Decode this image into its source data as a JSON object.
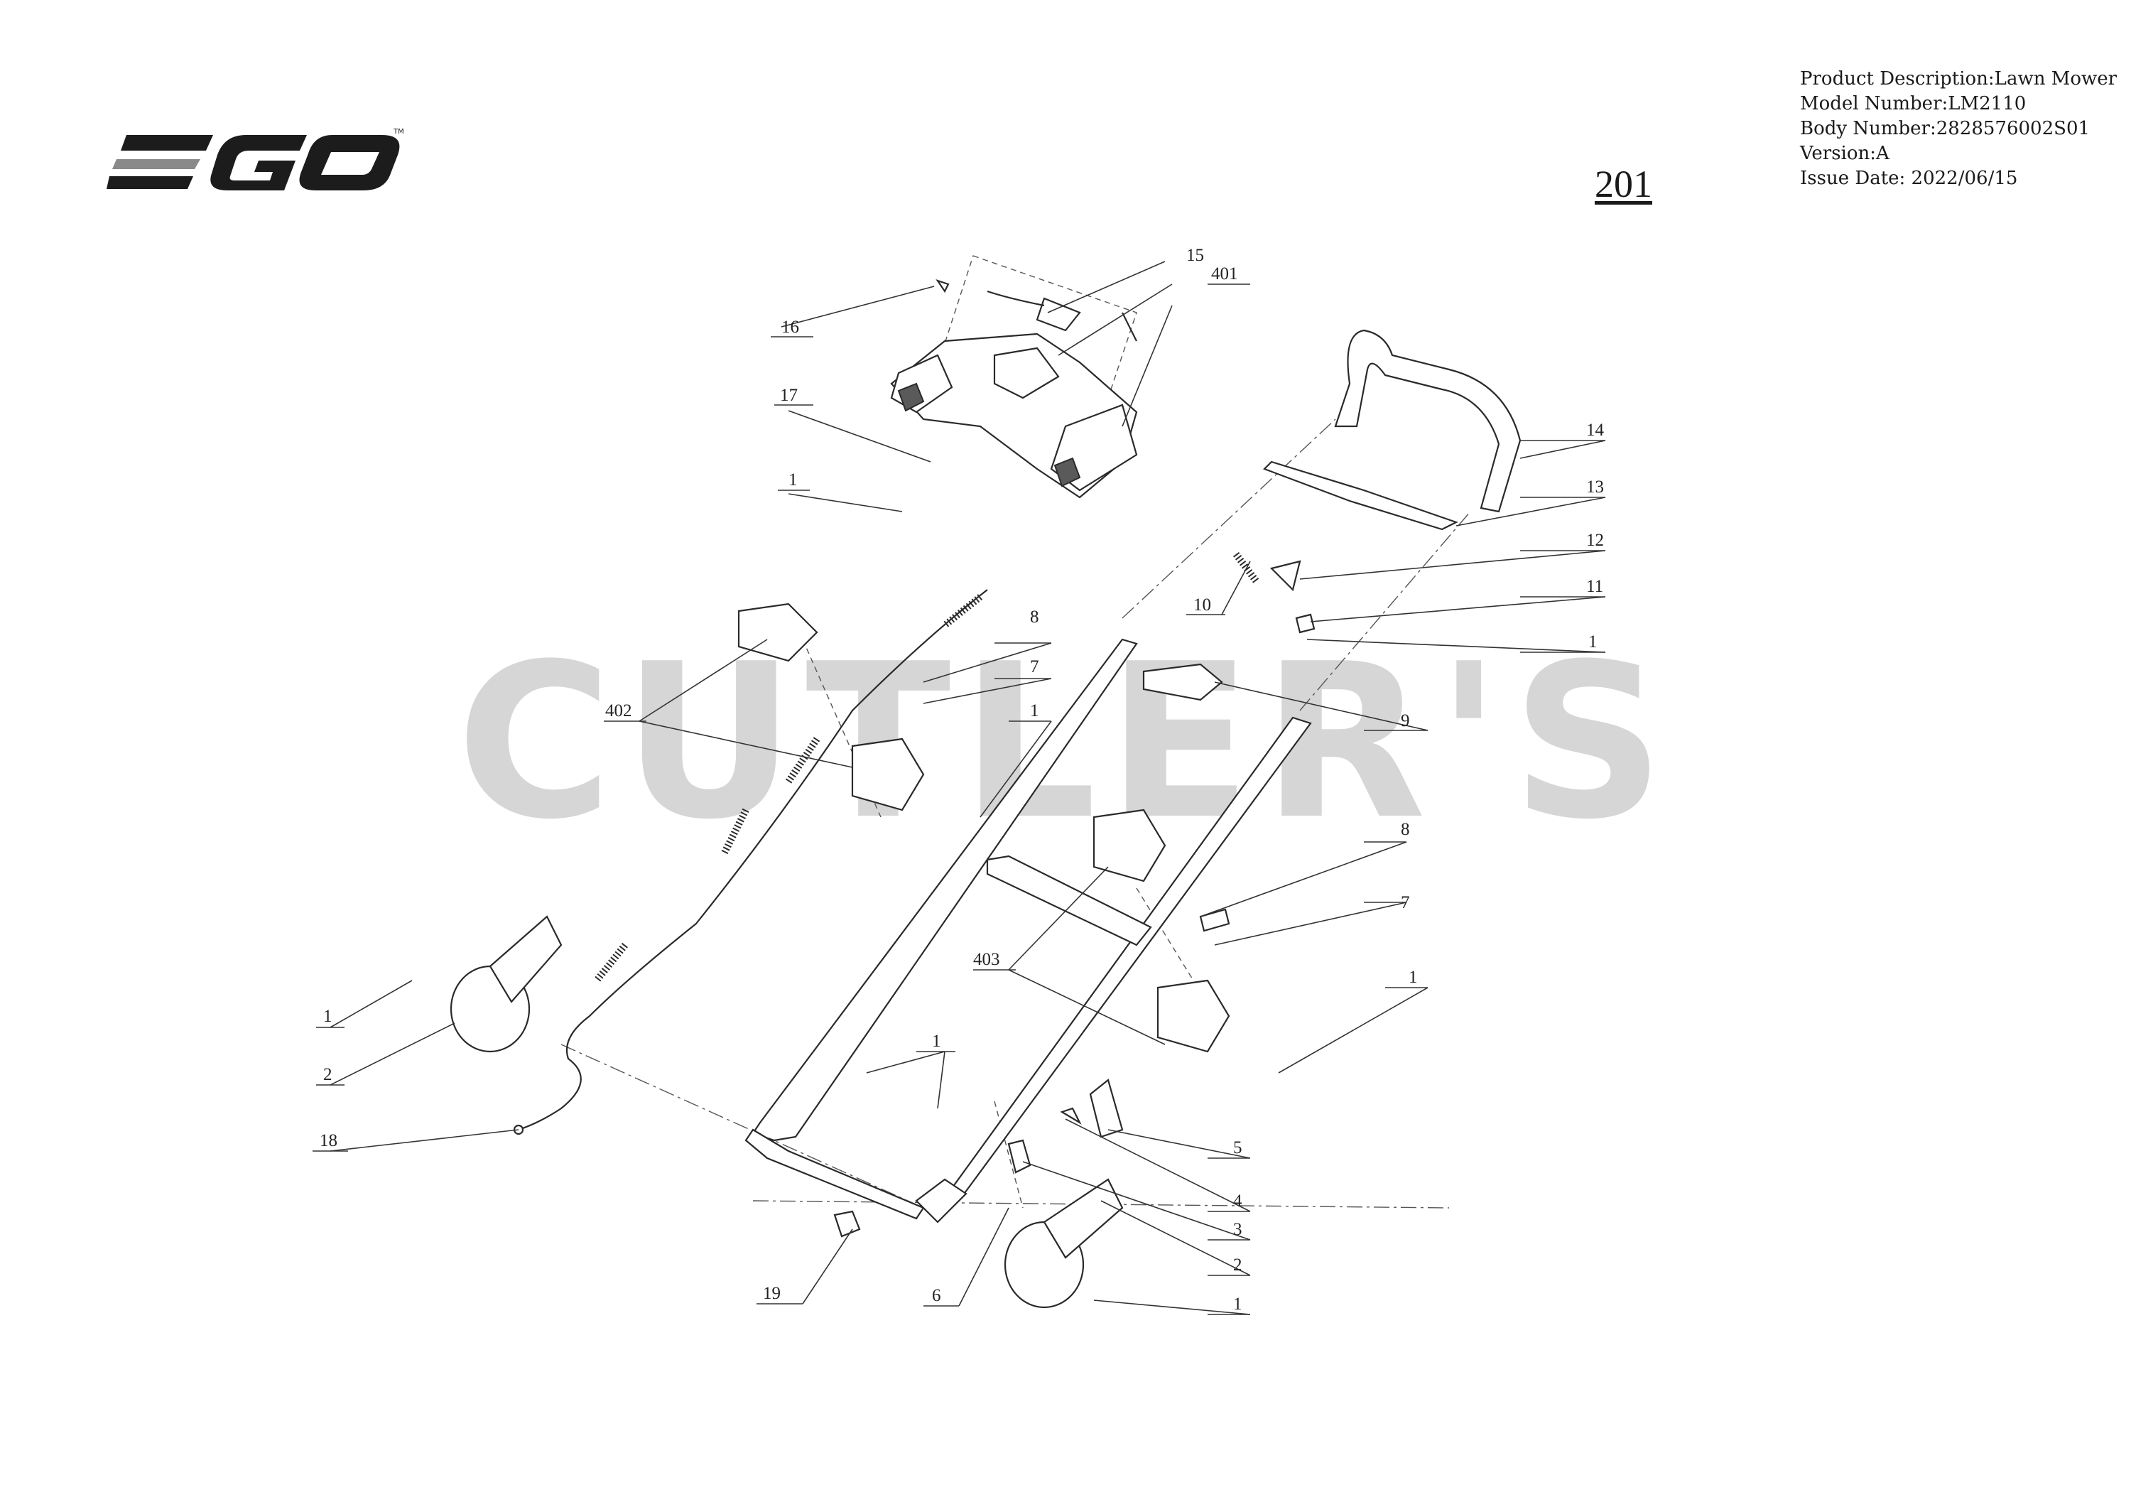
{
  "brand": {
    "logo_text": "EGO",
    "trademark": "TM",
    "logo_color": "#1c1c1c",
    "logo_accent_color": "#8a8a8a"
  },
  "product_info": {
    "description": "Product Description:Lawn Mower",
    "model": "Model Number:LM2110",
    "body": "Body Number:2828576002S01",
    "version": "Version:A",
    "issue_date": "Issue Date: 2022/06/15"
  },
  "page_number": "201",
  "watermark": "CUTLER'S",
  "callouts": [
    {
      "id": "c16",
      "label": "16"
    },
    {
      "id": "c15",
      "label": "15"
    },
    {
      "id": "c401",
      "label": "401"
    },
    {
      "id": "c17",
      "label": "17"
    },
    {
      "id": "c1a",
      "label": "1"
    },
    {
      "id": "c14",
      "label": "14"
    },
    {
      "id": "c13",
      "label": "13"
    },
    {
      "id": "c12",
      "label": "12"
    },
    {
      "id": "c10",
      "label": "10"
    },
    {
      "id": "c11",
      "label": "11"
    },
    {
      "id": "c1b",
      "label": "1"
    },
    {
      "id": "c8a",
      "label": "8"
    },
    {
      "id": "c7a",
      "label": "7"
    },
    {
      "id": "c1c",
      "label": "1"
    },
    {
      "id": "c402",
      "label": "402"
    },
    {
      "id": "c9",
      "label": "9"
    },
    {
      "id": "c8b",
      "label": "8"
    },
    {
      "id": "c7b",
      "label": "7"
    },
    {
      "id": "c403",
      "label": "403"
    },
    {
      "id": "c1d",
      "label": "1"
    },
    {
      "id": "c1e",
      "label": "1"
    },
    {
      "id": "c2a",
      "label": "2"
    },
    {
      "id": "c18",
      "label": "18"
    },
    {
      "id": "c1f",
      "label": "1"
    },
    {
      "id": "c5",
      "label": "5"
    },
    {
      "id": "c4",
      "label": "4"
    },
    {
      "id": "c3",
      "label": "3"
    },
    {
      "id": "c2b",
      "label": "2"
    },
    {
      "id": "c19",
      "label": "19"
    },
    {
      "id": "c6",
      "label": "6"
    },
    {
      "id": "c1g",
      "label": "1"
    }
  ]
}
